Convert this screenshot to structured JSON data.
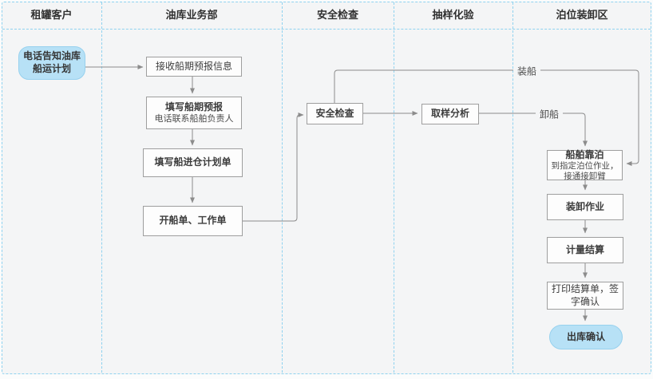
{
  "diagram": {
    "lanes": [
      "租罐客户",
      "油库业务部",
      "安全检查",
      "抽样化验",
      "泊位装卸区"
    ],
    "nodes": {
      "notify_plan": "电话告知油库\n船运计划",
      "receive_forecast": "接收船期预报信息",
      "fill_forecast_title": "填写船期预报",
      "fill_forecast_sub": "电话联系船舶负责人",
      "fill_entry_plan": "填写船进仓计划单",
      "issue_orders": "开船单、工作单",
      "safety_check": "安全检查",
      "sampling_analysis": "取样分析",
      "berthing_title": "船舶靠泊",
      "berthing_sub": "到指定泊位作业，\n接通接卸臂",
      "loading_unloading": "装卸作业",
      "measurement_settlement": "计量结算",
      "print_settlement": "打印结算单，签\n字确认",
      "outbound_confirm": "出库确认"
    },
    "edge_labels": {
      "load_ship": "装船",
      "unload_ship": "卸船"
    },
    "colors": {
      "canvas_bg": "#f4f5f6",
      "lane_line": "#8fd2ef",
      "node_bg": "#fdfdfd",
      "node_border": "#9e9e9e",
      "accent_node_bg": "#b7e1f6",
      "accent_node_border": "#97d1ee",
      "connector": "#8c8c8c",
      "text": "#3d3d3d"
    }
  }
}
